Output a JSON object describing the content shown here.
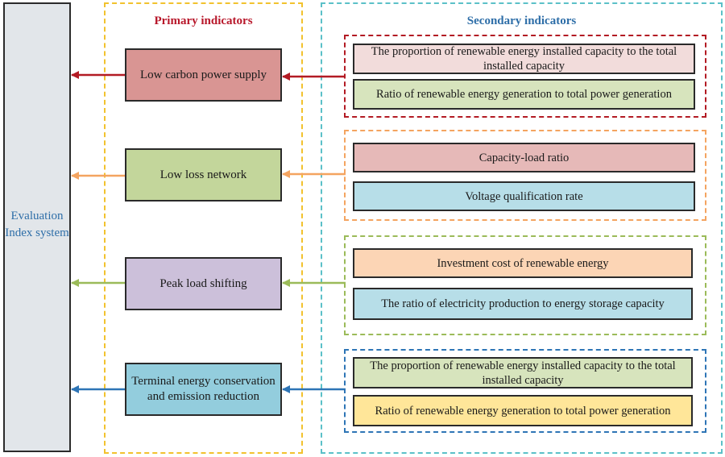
{
  "evaluation": {
    "label": "Evaluation Index system"
  },
  "headings": {
    "primary": "Primary indicators",
    "secondary": "Secondary indicators"
  },
  "colors": {
    "primary_frame": "#f2c22e",
    "secondary_frame": "#5bc0c8",
    "heading_primary": "#b8182b",
    "heading_secondary": "#2e6ea8",
    "group1": "#b31b24",
    "group2": "#f4a460",
    "group3": "#9bbb59",
    "group4": "#2e75b6"
  },
  "primary": [
    {
      "label": "Low carbon power supply",
      "fill": "#d99593"
    },
    {
      "label": "Low loss network",
      "fill": "#c3d69b"
    },
    {
      "label": "Peak load shifting",
      "fill": "#ccc0da"
    },
    {
      "label": "Terminal energy conservation and emission reduction",
      "fill": "#93cddd"
    }
  ],
  "secondary": [
    {
      "items": [
        {
          "label": "The proportion of renewable energy installed capacity to the total installed capacity",
          "fill": "#f2dcdb"
        },
        {
          "label": "Ratio of renewable energy generation to total power generation",
          "fill": "#d7e4bd"
        }
      ]
    },
    {
      "items": [
        {
          "label": "Capacity-load ratio",
          "fill": "#e6b9b8"
        },
        {
          "label": "Voltage qualification rate",
          "fill": "#b7dee8"
        }
      ]
    },
    {
      "items": [
        {
          "label": "Investment cost of renewable energy",
          "fill": "#fcd5b5"
        },
        {
          "label": "The ratio of electricity production to energy storage capacity",
          "fill": "#b7dee8"
        }
      ]
    },
    {
      "items": [
        {
          "label": "The proportion of renewable energy installed capacity to the total installed capacity",
          "fill": "#d7e4bd"
        },
        {
          "label": "Ratio of renewable energy generation to total power generation",
          "fill": "#ffe699"
        }
      ]
    }
  ]
}
